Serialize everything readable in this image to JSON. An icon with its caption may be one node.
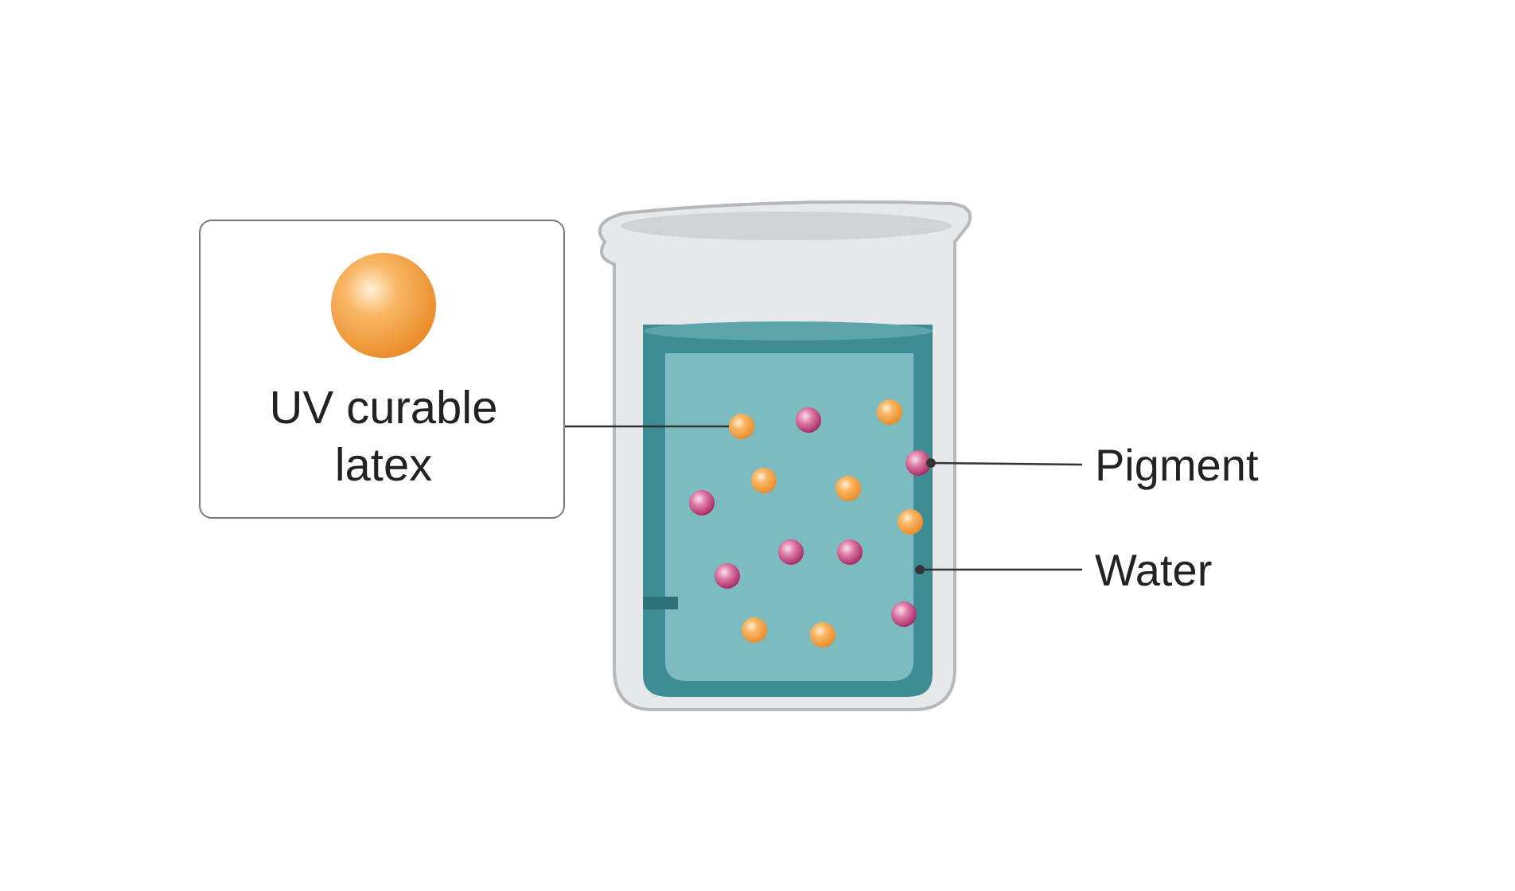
{
  "diagram": {
    "nodes": [
      {
        "text": [
          "UV curable latex"
        ]
      },
      {
        "text": [],
        "shape": "box"
      },
      {
        "text": [],
        "shape": "circle",
        "in": 1
      },
      {
        "text": [
          "Pigment"
        ]
      },
      {
        "text": [],
        "shape": "circle",
        "in": 1
      },
      {
        "text": [
          "Water"
        ]
      }
    ],
    "edges": [
      {
        "from": 0,
        "to": 2,
        "arrow": "none"
      },
      {
        "from": 3,
        "to": 4,
        "arrow": "other"
      },
      {
        "from": 5,
        "to": 1,
        "arrow": "other"
      }
    ]
  }
}
